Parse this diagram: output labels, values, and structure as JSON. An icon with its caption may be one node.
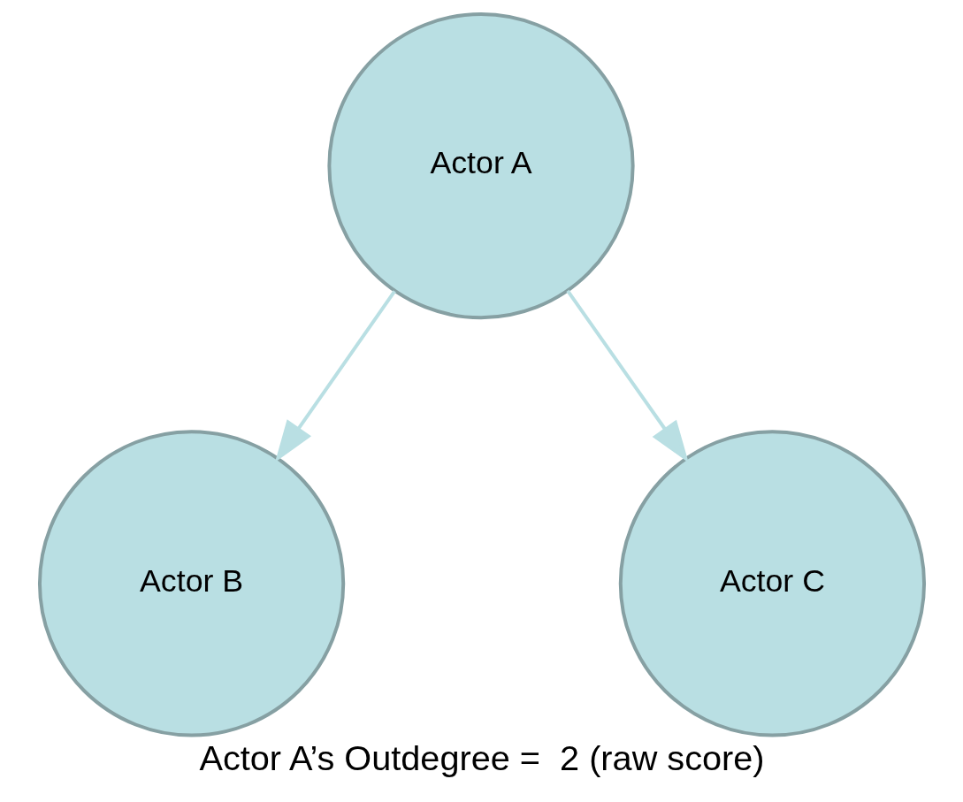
{
  "diagram": {
    "caption": "Actor A’s Outdegree =  2 (raw score)",
    "nodes": [
      {
        "text": [
          "Actor A"
        ]
      },
      {
        "text": [
          "Actor B"
        ]
      },
      {
        "text": [
          "Actor C"
        ]
      }
    ],
    "edges": [
      {
        "from": 0,
        "to": 1,
        "arrow": "to"
      },
      {
        "from": 0,
        "to": 2,
        "arrow": "to"
      }
    ]
  }
}
